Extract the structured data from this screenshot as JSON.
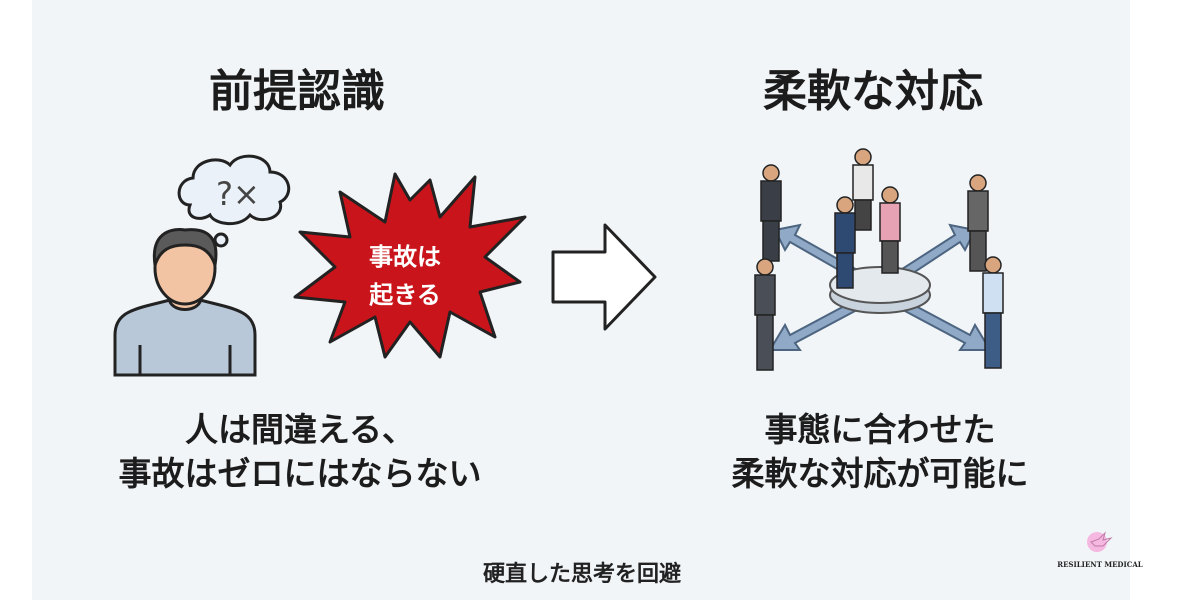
{
  "left": {
    "title": "前提認識",
    "bubble_symbols": "?×",
    "burst_text": [
      "事故は",
      "起きる"
    ],
    "body": [
      "人は間違える、",
      "事故はゼロにはならない"
    ]
  },
  "right": {
    "title": "柔軟な対応",
    "body": [
      "事態に合わせた",
      "柔軟な対応が可能に"
    ]
  },
  "caption": "硬直した思考を回避",
  "logo": {
    "name": "RESILIENT MEDICAL"
  },
  "colors": {
    "burst": "#c8141a",
    "background": "#f1f5f8",
    "arrow": "#8fa9c6"
  }
}
